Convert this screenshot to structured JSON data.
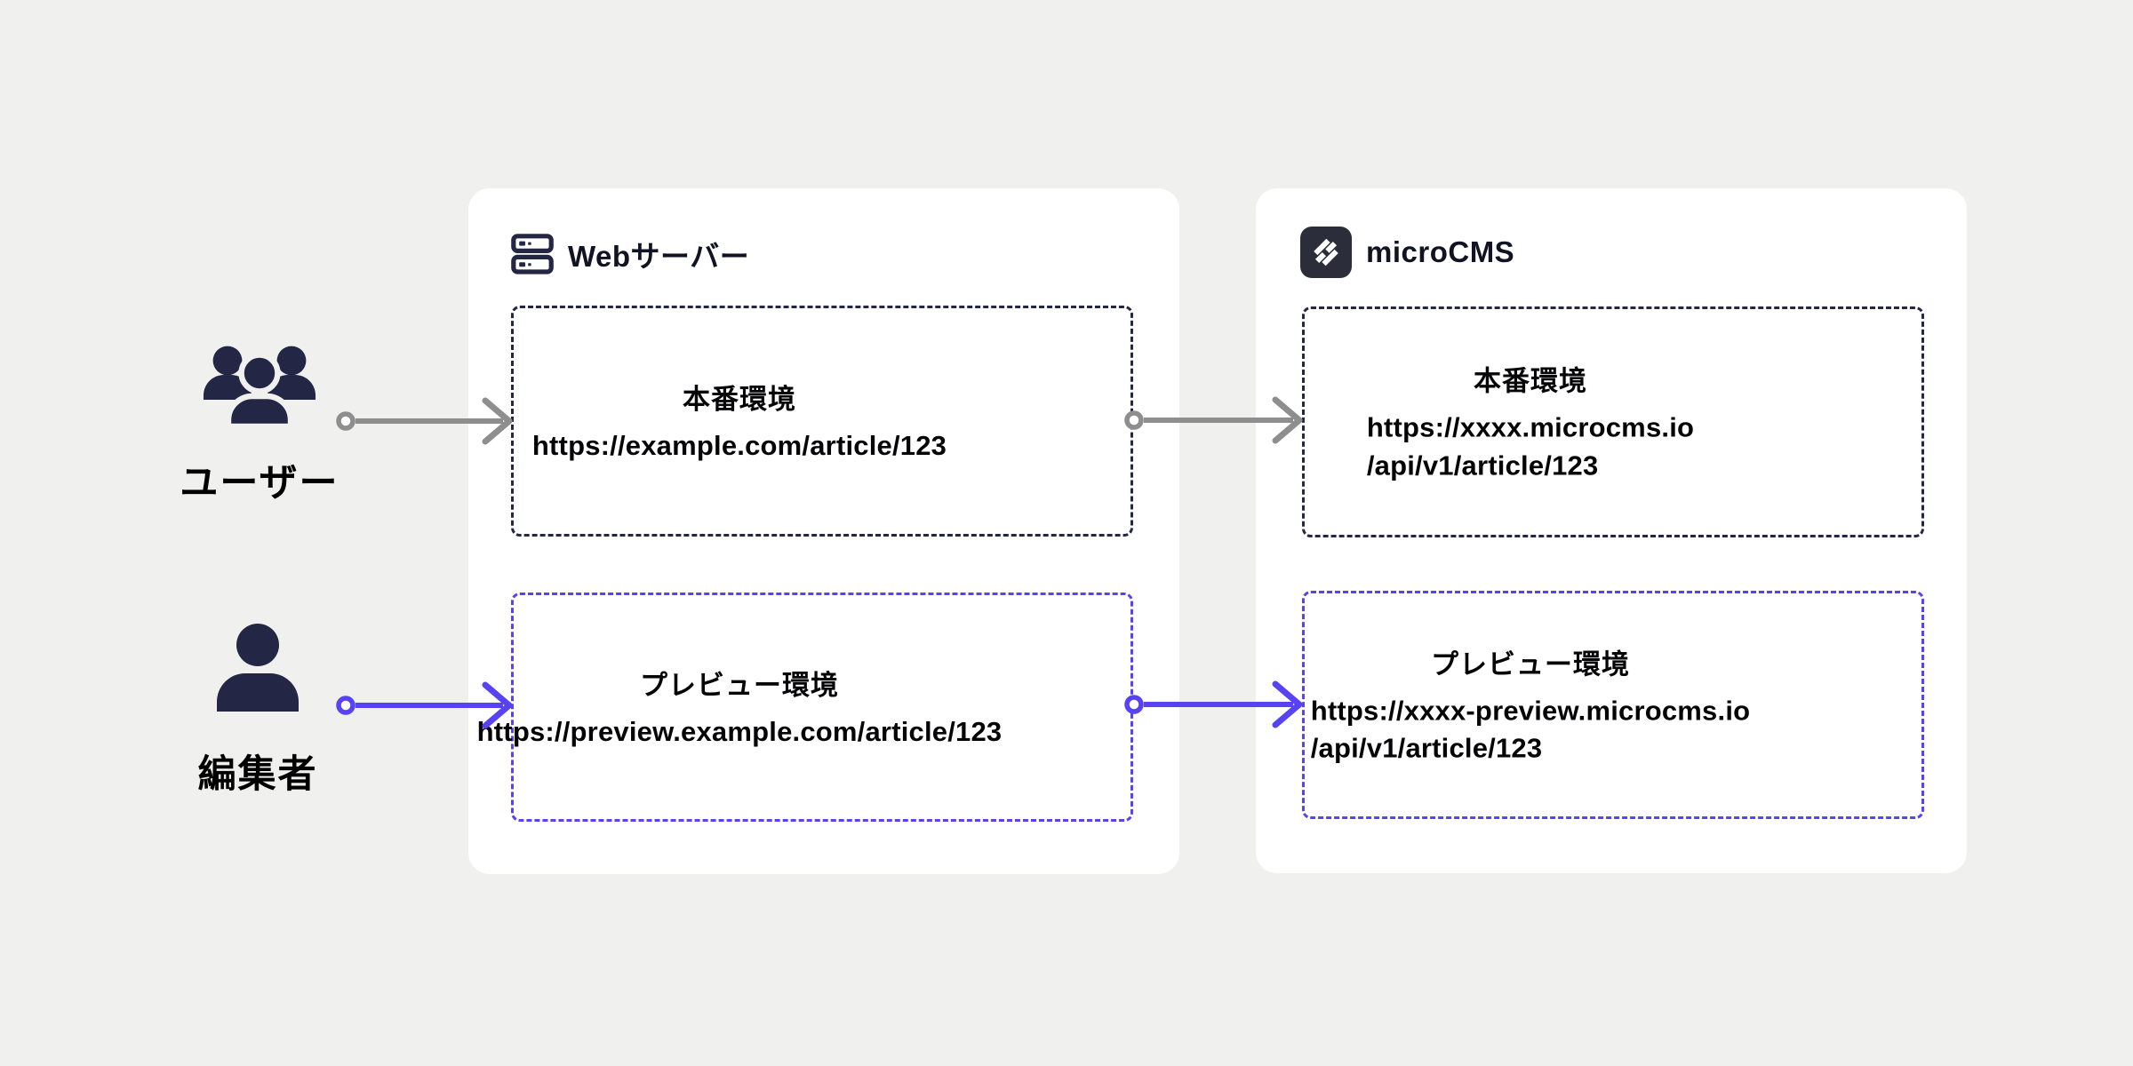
{
  "diagram_title": "microCMS preview environment architecture",
  "actors": [
    {
      "id": "users",
      "label": "ユーザー",
      "icon": "users-group-icon"
    },
    {
      "id": "editor",
      "label": "編集者",
      "icon": "person-icon"
    }
  ],
  "cards": [
    {
      "id": "web-server",
      "title": "Webサーバー",
      "icon": "server-icon",
      "boxes": [
        {
          "id": "web-production",
          "variant": "production",
          "title": "本番環境",
          "url_lines": [
            "https://example.com/article/123"
          ]
        },
        {
          "id": "web-preview",
          "variant": "preview",
          "title": "プレビュー環境",
          "url_lines": [
            "https://preview.example.com/article/123"
          ]
        }
      ]
    },
    {
      "id": "microcms",
      "title": "microCMS",
      "icon": "microcms-logo",
      "boxes": [
        {
          "id": "cms-production",
          "variant": "production",
          "title": "本番環境",
          "url_lines": [
            "https://xxxx.microcms.io",
            "/api/v1/article/123"
          ]
        },
        {
          "id": "cms-preview",
          "variant": "preview",
          "title": "プレビュー環境",
          "url_lines": [
            "https://xxxx-preview.microcms.io",
            "/api/v1/article/123"
          ]
        }
      ]
    }
  ],
  "flows": [
    {
      "from": "users",
      "to": "web-production",
      "style": "production",
      "color": "#8e8e8e"
    },
    {
      "from": "web-production",
      "to": "cms-production",
      "style": "production",
      "color": "#8e8e8e"
    },
    {
      "from": "editor",
      "to": "web-preview",
      "style": "preview",
      "color": "#5843f2"
    },
    {
      "from": "web-preview",
      "to": "cms-preview",
      "style": "preview",
      "color": "#5843f2"
    }
  ],
  "colors": {
    "background": "#f0f0ee",
    "card_background": "#ffffff",
    "production_border": "#232745",
    "preview_border": "#5843f2",
    "production_arrow": "#8e8e8e",
    "preview_arrow": "#5843f2",
    "text": "#050507",
    "icon_navy": "#232745",
    "microcms_logo_background": "#2b2d3a"
  }
}
